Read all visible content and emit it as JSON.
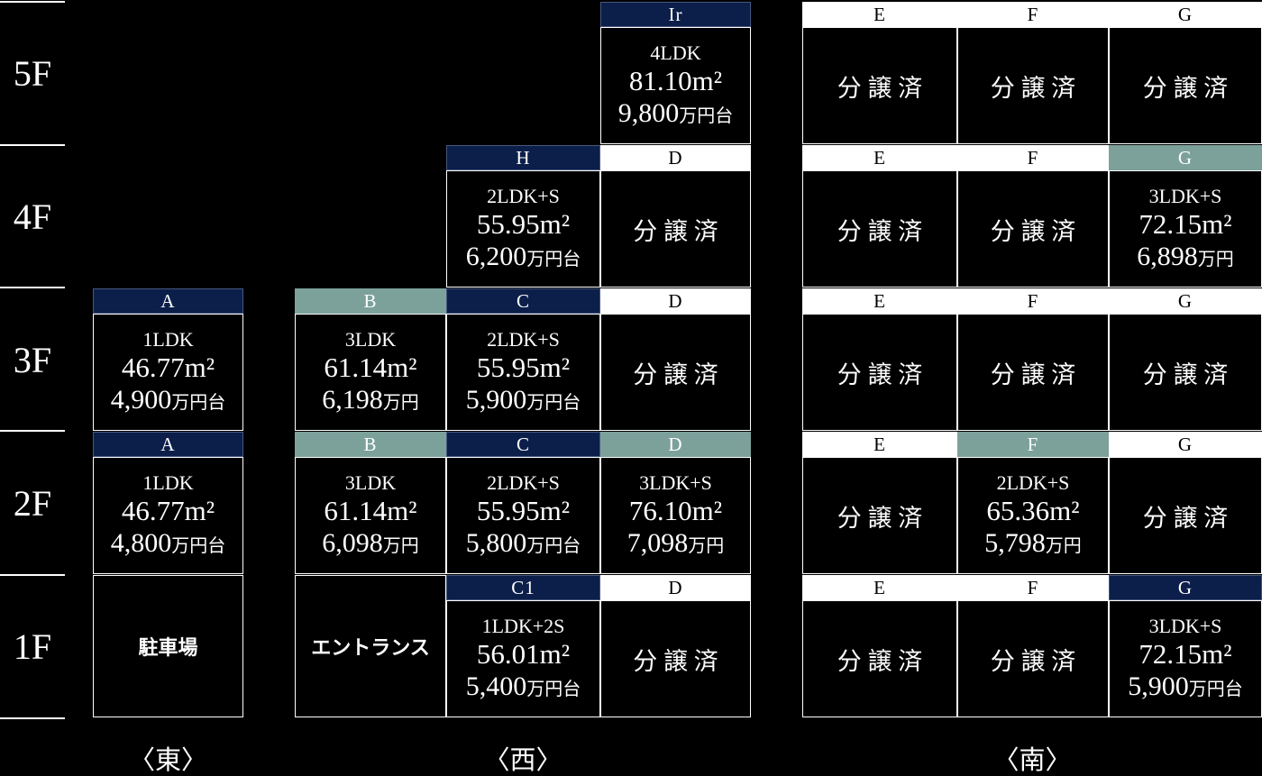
{
  "colors": {
    "navy": "#0c1f4a",
    "teal": "#7ca19b",
    "white": "#ffffff",
    "background": "#000000"
  },
  "floors": [
    "5F",
    "4F",
    "3F",
    "2F",
    "1F"
  ],
  "labels": {
    "sold": "分譲済",
    "parking": "駐車場",
    "entrance": "エントランス"
  },
  "sections": {
    "east": "〈東〉",
    "west": "〈西〉",
    "south": "〈南〉"
  },
  "cells": [
    {
      "floor": "5F",
      "col": "D",
      "header": "Ir",
      "header_style": "navy",
      "kind": "unit",
      "plan": "4LDK",
      "area": "81.10m²",
      "price": "9,800",
      "price_suffix": "万円台"
    },
    {
      "floor": "5F",
      "col": "E",
      "header": "E",
      "header_style": "white",
      "kind": "sold"
    },
    {
      "floor": "5F",
      "col": "F",
      "header": "F",
      "header_style": "white",
      "kind": "sold"
    },
    {
      "floor": "5F",
      "col": "G",
      "header": "G",
      "header_style": "white",
      "kind": "sold"
    },
    {
      "floor": "4F",
      "col": "C",
      "header": "H",
      "header_style": "navy",
      "kind": "unit",
      "plan": "2LDK+S",
      "area": "55.95m²",
      "price": "6,200",
      "price_suffix": "万円台"
    },
    {
      "floor": "4F",
      "col": "D",
      "header": "D",
      "header_style": "white",
      "kind": "sold"
    },
    {
      "floor": "4F",
      "col": "E",
      "header": "E",
      "header_style": "white",
      "kind": "sold"
    },
    {
      "floor": "4F",
      "col": "F",
      "header": "F",
      "header_style": "white",
      "kind": "sold"
    },
    {
      "floor": "4F",
      "col": "G",
      "header": "G",
      "header_style": "teal",
      "kind": "unit",
      "plan": "3LDK+S",
      "area": "72.15m²",
      "price": "6,898",
      "price_suffix": "万円"
    },
    {
      "floor": "3F",
      "col": "A",
      "header": "A",
      "header_style": "navy",
      "kind": "unit",
      "plan": "1LDK",
      "area": "46.77m²",
      "price": "4,900",
      "price_suffix": "万円台"
    },
    {
      "floor": "3F",
      "col": "B",
      "header": "B",
      "header_style": "teal",
      "kind": "unit",
      "plan": "3LDK",
      "area": "61.14m²",
      "price": "6,198",
      "price_suffix": "万円"
    },
    {
      "floor": "3F",
      "col": "C",
      "header": "C",
      "header_style": "navy",
      "kind": "unit",
      "plan": "2LDK+S",
      "area": "55.95m²",
      "price": "5,900",
      "price_suffix": "万円台"
    },
    {
      "floor": "3F",
      "col": "D",
      "header": "D",
      "header_style": "white",
      "kind": "sold"
    },
    {
      "floor": "3F",
      "col": "E",
      "header": "E",
      "header_style": "white",
      "kind": "sold"
    },
    {
      "floor": "3F",
      "col": "F",
      "header": "F",
      "header_style": "white",
      "kind": "sold"
    },
    {
      "floor": "3F",
      "col": "G",
      "header": "G",
      "header_style": "white",
      "kind": "sold"
    },
    {
      "floor": "2F",
      "col": "A",
      "header": "A",
      "header_style": "navy",
      "kind": "unit",
      "plan": "1LDK",
      "area": "46.77m²",
      "price": "4,800",
      "price_suffix": "万円台"
    },
    {
      "floor": "2F",
      "col": "B",
      "header": "B",
      "header_style": "teal",
      "kind": "unit",
      "plan": "3LDK",
      "area": "61.14m²",
      "price": "6,098",
      "price_suffix": "万円"
    },
    {
      "floor": "2F",
      "col": "C",
      "header": "C",
      "header_style": "navy",
      "kind": "unit",
      "plan": "2LDK+S",
      "area": "55.95m²",
      "price": "5,800",
      "price_suffix": "万円台"
    },
    {
      "floor": "2F",
      "col": "D",
      "header": "D",
      "header_style": "teal",
      "kind": "unit",
      "plan": "3LDK+S",
      "area": "76.10m²",
      "price": "7,098",
      "price_suffix": "万円"
    },
    {
      "floor": "2F",
      "col": "E",
      "header": "E",
      "header_style": "white",
      "kind": "sold"
    },
    {
      "floor": "2F",
      "col": "F",
      "header": "F",
      "header_style": "teal",
      "kind": "unit",
      "plan": "2LDK+S",
      "area": "65.36m²",
      "price": "5,798",
      "price_suffix": "万円"
    },
    {
      "floor": "2F",
      "col": "G",
      "header": "G",
      "header_style": "white",
      "kind": "sold"
    },
    {
      "floor": "1F",
      "col": "A",
      "kind": "facility",
      "text_key": "parking"
    },
    {
      "floor": "1F",
      "col": "B",
      "kind": "facility",
      "text_key": "entrance"
    },
    {
      "floor": "1F",
      "col": "C",
      "header": "C1",
      "header_style": "navy",
      "kind": "unit",
      "plan": "1LDK+2S",
      "area": "56.01m²",
      "price": "5,400",
      "price_suffix": "万円台"
    },
    {
      "floor": "1F",
      "col": "D",
      "header": "D",
      "header_style": "white",
      "kind": "sold"
    },
    {
      "floor": "1F",
      "col": "E",
      "header": "E",
      "header_style": "white",
      "kind": "sold"
    },
    {
      "floor": "1F",
      "col": "F",
      "header": "F",
      "header_style": "white",
      "kind": "sold"
    },
    {
      "floor": "1F",
      "col": "G",
      "header": "G",
      "header_style": "navy",
      "kind": "unit",
      "plan": "3LDK+S",
      "area": "72.15m²",
      "price": "5,900",
      "price_suffix": "万円台"
    }
  ]
}
